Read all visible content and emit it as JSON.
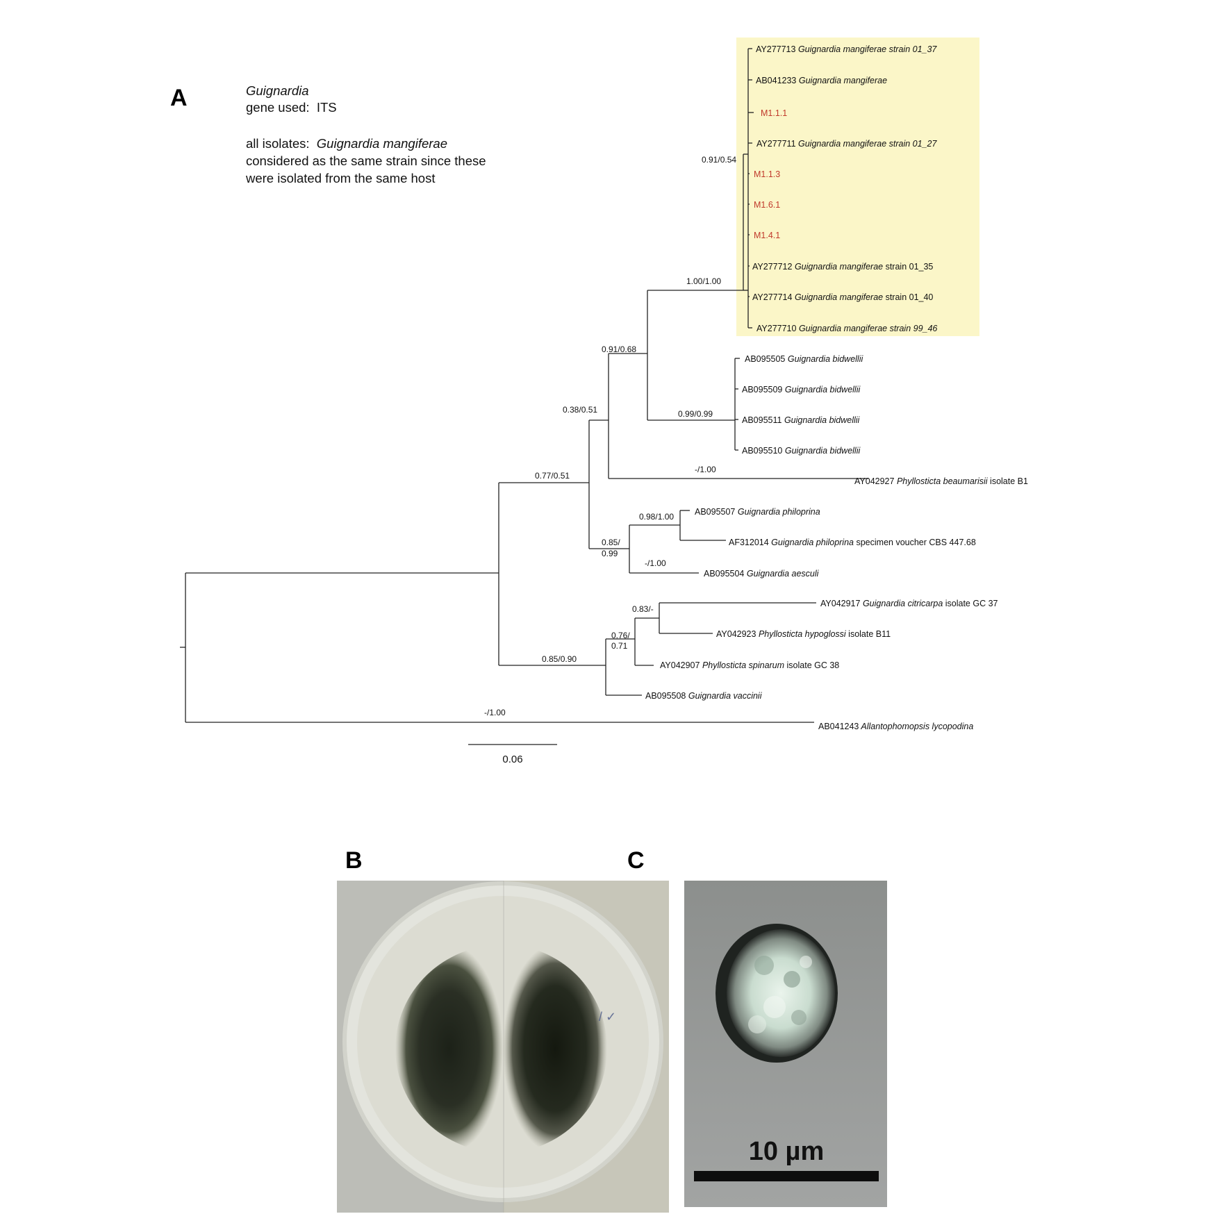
{
  "panel_labels": {
    "a": "A",
    "b": "B",
    "c": "C"
  },
  "note": {
    "genus": "Guignardia",
    "gene_prefix": "gene used:  ",
    "gene": "ITS",
    "isolates_prefix": "all isolates:  ",
    "isolates_species": "Guignardia mangiferae",
    "line2": "considered as the same strain since these",
    "line3": "were isolated from the same host"
  },
  "highlight_color": "#fbf6c8",
  "isolate_color": "#c0392b",
  "tips": [
    {
      "acc": "AY277713",
      "species": "Guignardia mangiferae strain 01_37",
      "suffix": ""
    },
    {
      "acc": "AB041233",
      "species": "Guignardia mangiferae",
      "suffix": ""
    },
    {
      "acc": "M1.1.1",
      "species": "",
      "suffix": ""
    },
    {
      "acc": "AY277711",
      "species": "Guignardia mangiferae strain 01_27",
      "suffix": ""
    },
    {
      "acc": "M1.1.3",
      "species": "",
      "suffix": ""
    },
    {
      "acc": "M1.6.1",
      "species": "",
      "suffix": ""
    },
    {
      "acc": "M1.4.1",
      "species": "",
      "suffix": ""
    },
    {
      "acc": "AY277712",
      "species": "Guignardia mangiferae",
      "suffix": "strain 01_35"
    },
    {
      "acc": "AY277714",
      "species": "Guignardia mangiferae",
      "suffix": "strain 01_40"
    },
    {
      "acc": "AY277710",
      "species": "Guignardia mangiferae strain 99_46",
      "suffix": ""
    },
    {
      "acc": "AB095505",
      "species": "Guignardia bidwellii",
      "suffix": ""
    },
    {
      "acc": "AB095509",
      "species": "Guignardia bidwellii",
      "suffix": ""
    },
    {
      "acc": "AB095511",
      "species": "Guignardia bidwellii",
      "suffix": ""
    },
    {
      "acc": "AB095510",
      "species": "Guignardia bidwellii",
      "suffix": ""
    },
    {
      "acc": "AY042927",
      "species": "Phyllosticta beaumarisii",
      "suffix": "isolate B1"
    },
    {
      "acc": "AB095507",
      "species": "Guignardia philoprina",
      "suffix": ""
    },
    {
      "acc": "AF312014",
      "species": "Guignardia philoprina",
      "suffix": "specimen voucher CBS 447.68"
    },
    {
      "acc": "AB095504",
      "species": "Guignardia aesculi",
      "suffix": ""
    },
    {
      "acc": "AY042917",
      "species": "Guignardia citricarpa",
      "suffix": "isolate GC 37"
    },
    {
      "acc": "AY042923",
      "species": "Phyllosticta hypoglossi",
      "suffix": "isolate B11"
    },
    {
      "acc": "AY042907",
      "species": "Phyllosticta spinarum",
      "suffix": "isolate GC 38"
    },
    {
      "acc": "AB095508",
      "species": "Guignardia vaccinii",
      "suffix": ""
    },
    {
      "acc": "AB041243",
      "species": "Allantophomopsis lycopodina",
      "suffix": ""
    }
  ],
  "support_values": [
    "0.91/0.54",
    "1.00/1.00",
    "0.91/0.68",
    "0.38/0.51",
    "0.99/0.99",
    "-/1.00",
    "0.77/0.51",
    "0.98/1.00",
    "0.85/",
    "0.99",
    "-/1.00",
    "0.83/-",
    "0.76/",
    "0.71",
    "0.85/0.90",
    "-/1.00"
  ],
  "scale_bar": {
    "value": "0.06"
  },
  "micrograph_scale": {
    "label": "10 µm"
  }
}
